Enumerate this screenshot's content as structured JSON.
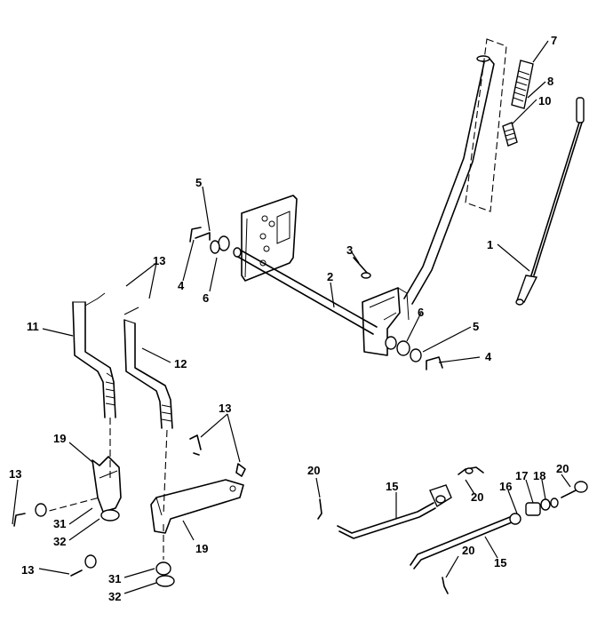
{
  "diagram": {
    "callouts": [
      {
        "id": "c7",
        "text": "7"
      },
      {
        "id": "c8",
        "text": "8"
      },
      {
        "id": "c10",
        "text": "10"
      },
      {
        "id": "c1",
        "text": "1"
      },
      {
        "id": "c5a",
        "text": "5"
      },
      {
        "id": "c4a",
        "text": "4"
      },
      {
        "id": "c6a",
        "text": "6"
      },
      {
        "id": "c3",
        "text": "3"
      },
      {
        "id": "c2",
        "text": "2"
      },
      {
        "id": "c6b",
        "text": "6"
      },
      {
        "id": "c5b",
        "text": "5"
      },
      {
        "id": "c4b",
        "text": "4"
      },
      {
        "id": "c13a",
        "text": "13"
      },
      {
        "id": "c11",
        "text": "11"
      },
      {
        "id": "c12",
        "text": "12"
      },
      {
        "id": "c13b",
        "text": "13"
      },
      {
        "id": "c19a",
        "text": "19"
      },
      {
        "id": "c13c",
        "text": "13"
      },
      {
        "id": "c31a",
        "text": "31"
      },
      {
        "id": "c32a",
        "text": "32"
      },
      {
        "id": "c13d",
        "text": "13"
      },
      {
        "id": "c31b",
        "text": "31"
      },
      {
        "id": "c32b",
        "text": "32"
      },
      {
        "id": "c19b",
        "text": "19"
      },
      {
        "id": "c20a",
        "text": "20"
      },
      {
        "id": "c15a",
        "text": "15"
      },
      {
        "id": "c20b",
        "text": "20"
      },
      {
        "id": "c16",
        "text": "16"
      },
      {
        "id": "c17",
        "text": "17"
      },
      {
        "id": "c18",
        "text": "18"
      },
      {
        "id": "c20c",
        "text": "20"
      },
      {
        "id": "c20d",
        "text": "20"
      },
      {
        "id": "c15b",
        "text": "15"
      }
    ]
  }
}
